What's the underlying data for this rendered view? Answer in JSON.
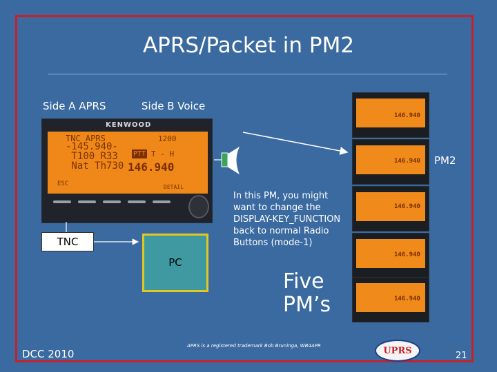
{
  "slide": {
    "title": "APRS/Packet in PM2",
    "side_a": "Side A APRS",
    "side_b": "Side B Voice",
    "pm2_label": "PM2",
    "tnc_label": "TNC",
    "pc_label": "PC",
    "note": "In this PM, you might want to change the DISPLAY-KEY_FUNCTION back to normal Radio Buttons (mode-1)",
    "five_pms_line1": "Five",
    "five_pms_line2": "PM’s",
    "trademark": "APRS is a registered trademark Bob Bruninga, WB4APR",
    "footer_left": "DCC 2010",
    "page_number": "21",
    "logo_text": "UPRS"
  },
  "radio": {
    "brand": "KENWOOD",
    "line1": "TNC APRS",
    "line2": "-145.940-",
    "line3": " T100 R33",
    "line4": " Nat Th730",
    "ptt": "PTT",
    "frequency": "146.940",
    "small_freq": "1200",
    "esc": "ESC",
    "detail": "DETAIL"
  },
  "colors": {
    "background": "#3a6aa0",
    "frame": "#c8202a",
    "pc_fill": "#3e9aa0",
    "pc_border": "#e3c820",
    "lcd": "#ef8719",
    "speaker": "#3aa45a"
  }
}
